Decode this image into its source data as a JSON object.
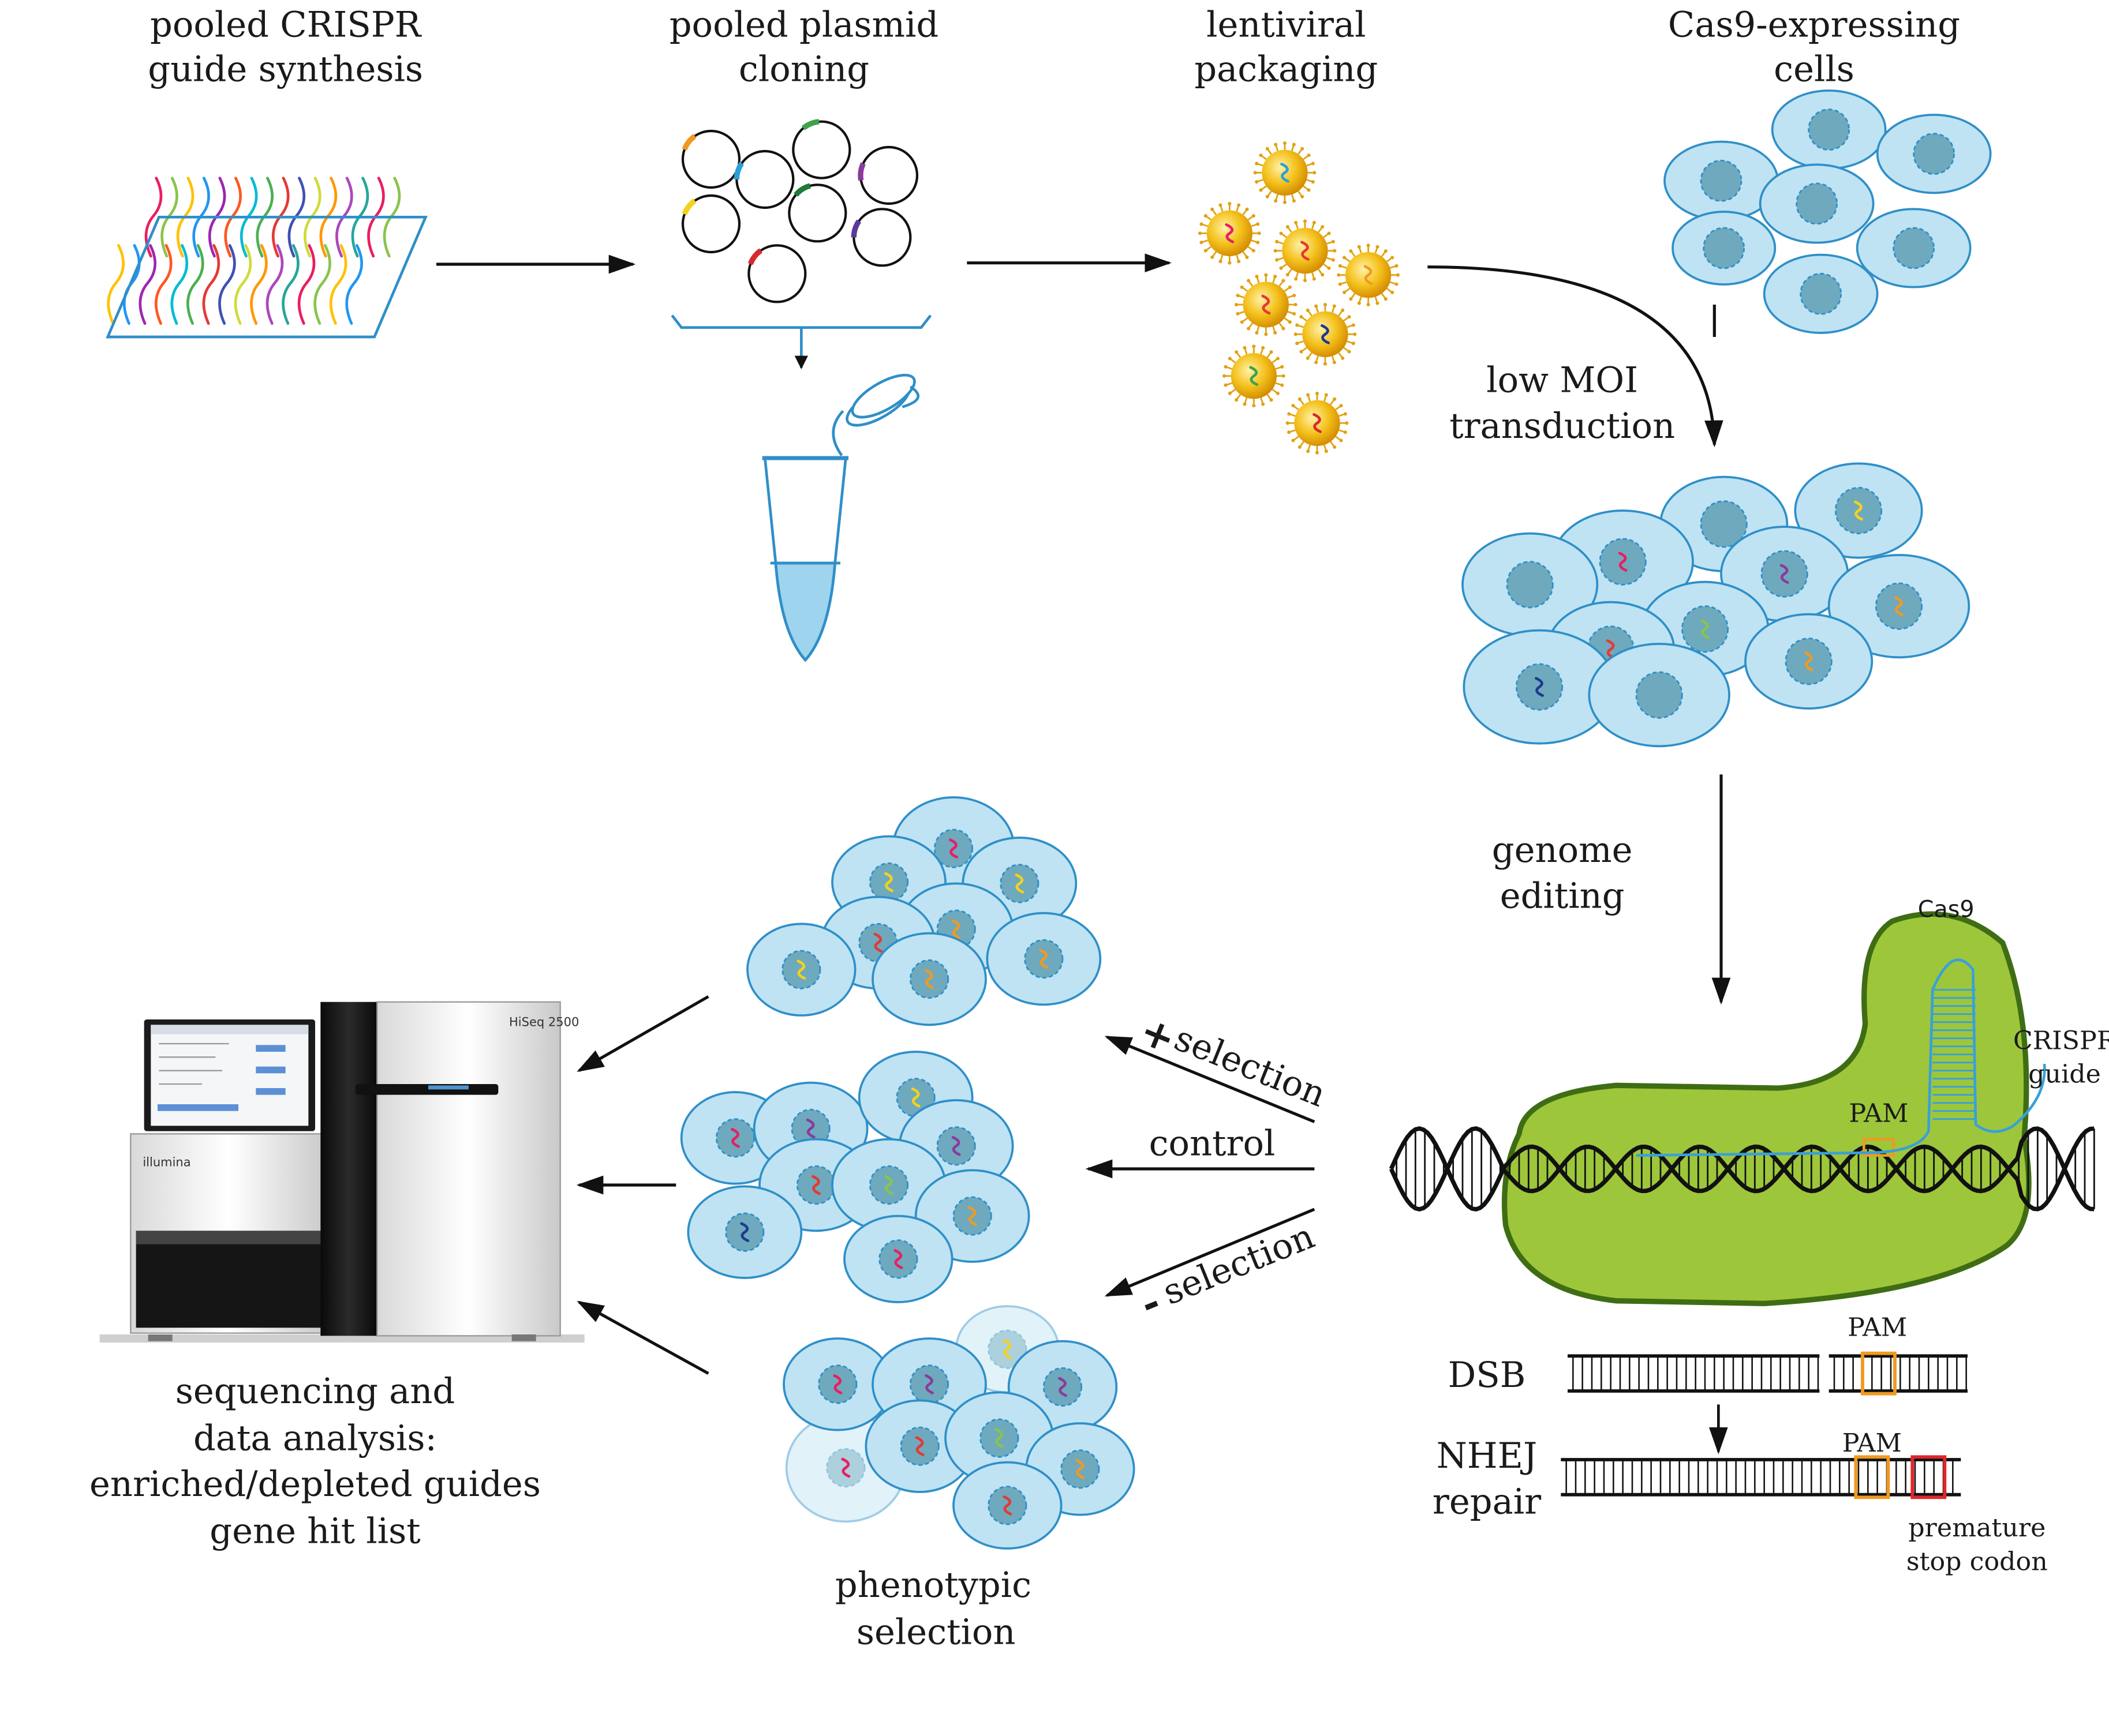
{
  "colors": {
    "cell_fill": "#bfe3f3",
    "cell_stroke": "#2f8fc8",
    "nucleus_fill": "#6fa9bd",
    "cas9_fill": "#9dc63b",
    "cas9_stroke": "#3f6d14",
    "pam": "#ee9a22",
    "stop": "#e0262b",
    "virus": "#f0b414",
    "guide_rna": "#3aa0d8",
    "arrow": "#111111"
  },
  "labels": {
    "step1": [
      "pooled CRISPR",
      "guide synthesis"
    ],
    "step2": [
      "pooled plasmid",
      "cloning"
    ],
    "step3": [
      "lentiviral",
      "packaging"
    ],
    "step4": [
      "Cas9-expressing",
      "cells"
    ],
    "transduction": [
      "low MOI",
      "transduction"
    ],
    "editing": [
      "genome",
      "editing"
    ],
    "cas9": "Cas9",
    "guide": [
      "CRISPR",
      "guide"
    ],
    "pam": "PAM",
    "dsb": "DSB",
    "nhej": [
      "NHEJ",
      "repair"
    ],
    "stop": [
      "premature",
      "stop codon"
    ],
    "pos_sign": "+",
    "pos_word": "selection",
    "control": "control",
    "neg_sign": "-",
    "neg_word": "selection",
    "phenotypic": [
      "phenotypic",
      "selection"
    ],
    "sequencing": [
      "sequencing and",
      "data analysis:",
      "enriched/depleted guides",
      "gene hit list"
    ],
    "sequencer_model": "HiSeq 2500",
    "sequencer_brand": "illumina"
  },
  "guide_colors": [
    "#e91e63",
    "#8bc34a",
    "#ffc107",
    "#2196f3",
    "#9c27b0",
    "#ff5722",
    "#00bcd4",
    "#4caf50",
    "#e53935",
    "#3f51b5",
    "#cddc39",
    "#ff9800",
    "#ab47bc",
    "#26a69a"
  ],
  "icons": [
    "oligo-array-icon",
    "plasmid-icon",
    "eppendorf-tube-icon",
    "lentivirus-icon",
    "cell-icon",
    "cas9-protein-icon",
    "dna-helix-icon",
    "sequencer-icon"
  ]
}
